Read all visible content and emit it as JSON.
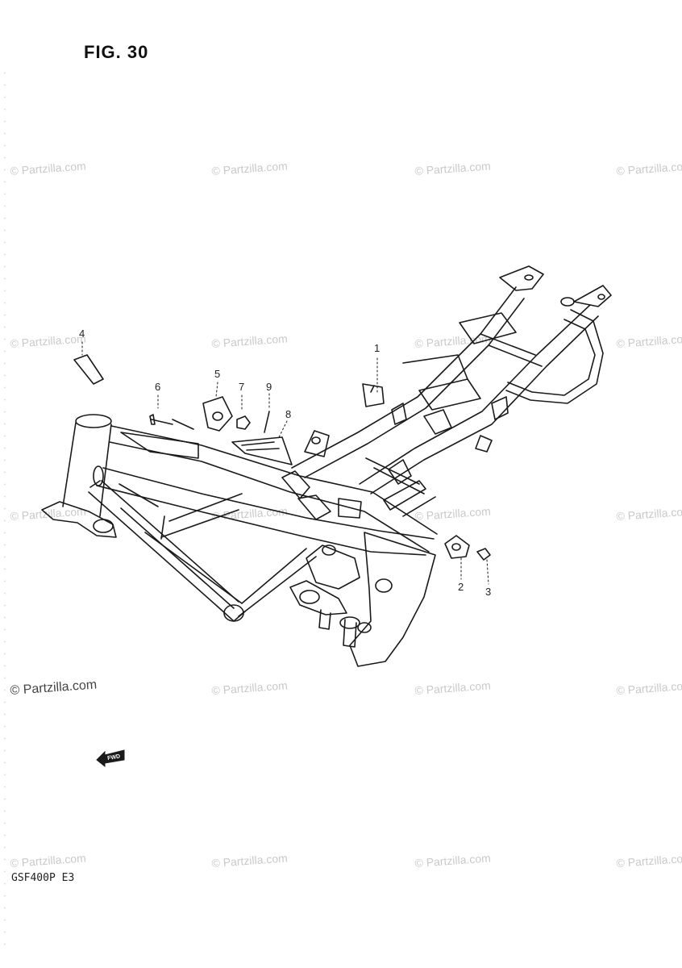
{
  "figure": {
    "title": "FIG. 30",
    "model_code": "GSF400P  E3"
  },
  "watermark": {
    "text": "© Partzilla.com",
    "bold_text": "© Partzilla.com"
  },
  "callouts": [
    {
      "id": "c1",
      "label": "1"
    },
    {
      "id": "c2",
      "label": "2"
    },
    {
      "id": "c3",
      "label": "3"
    },
    {
      "id": "c4",
      "label": "4"
    },
    {
      "id": "c5",
      "label": "5"
    },
    {
      "id": "c6",
      "label": "6"
    },
    {
      "id": "c7",
      "label": "7"
    },
    {
      "id": "c8",
      "label": "8"
    },
    {
      "id": "c9",
      "label": "9"
    }
  ],
  "fwd_marker": {
    "text": "FWD"
  },
  "colors": {
    "line": "#1a1a1a",
    "watermark": "#c9c9c9",
    "background": "#ffffff"
  }
}
